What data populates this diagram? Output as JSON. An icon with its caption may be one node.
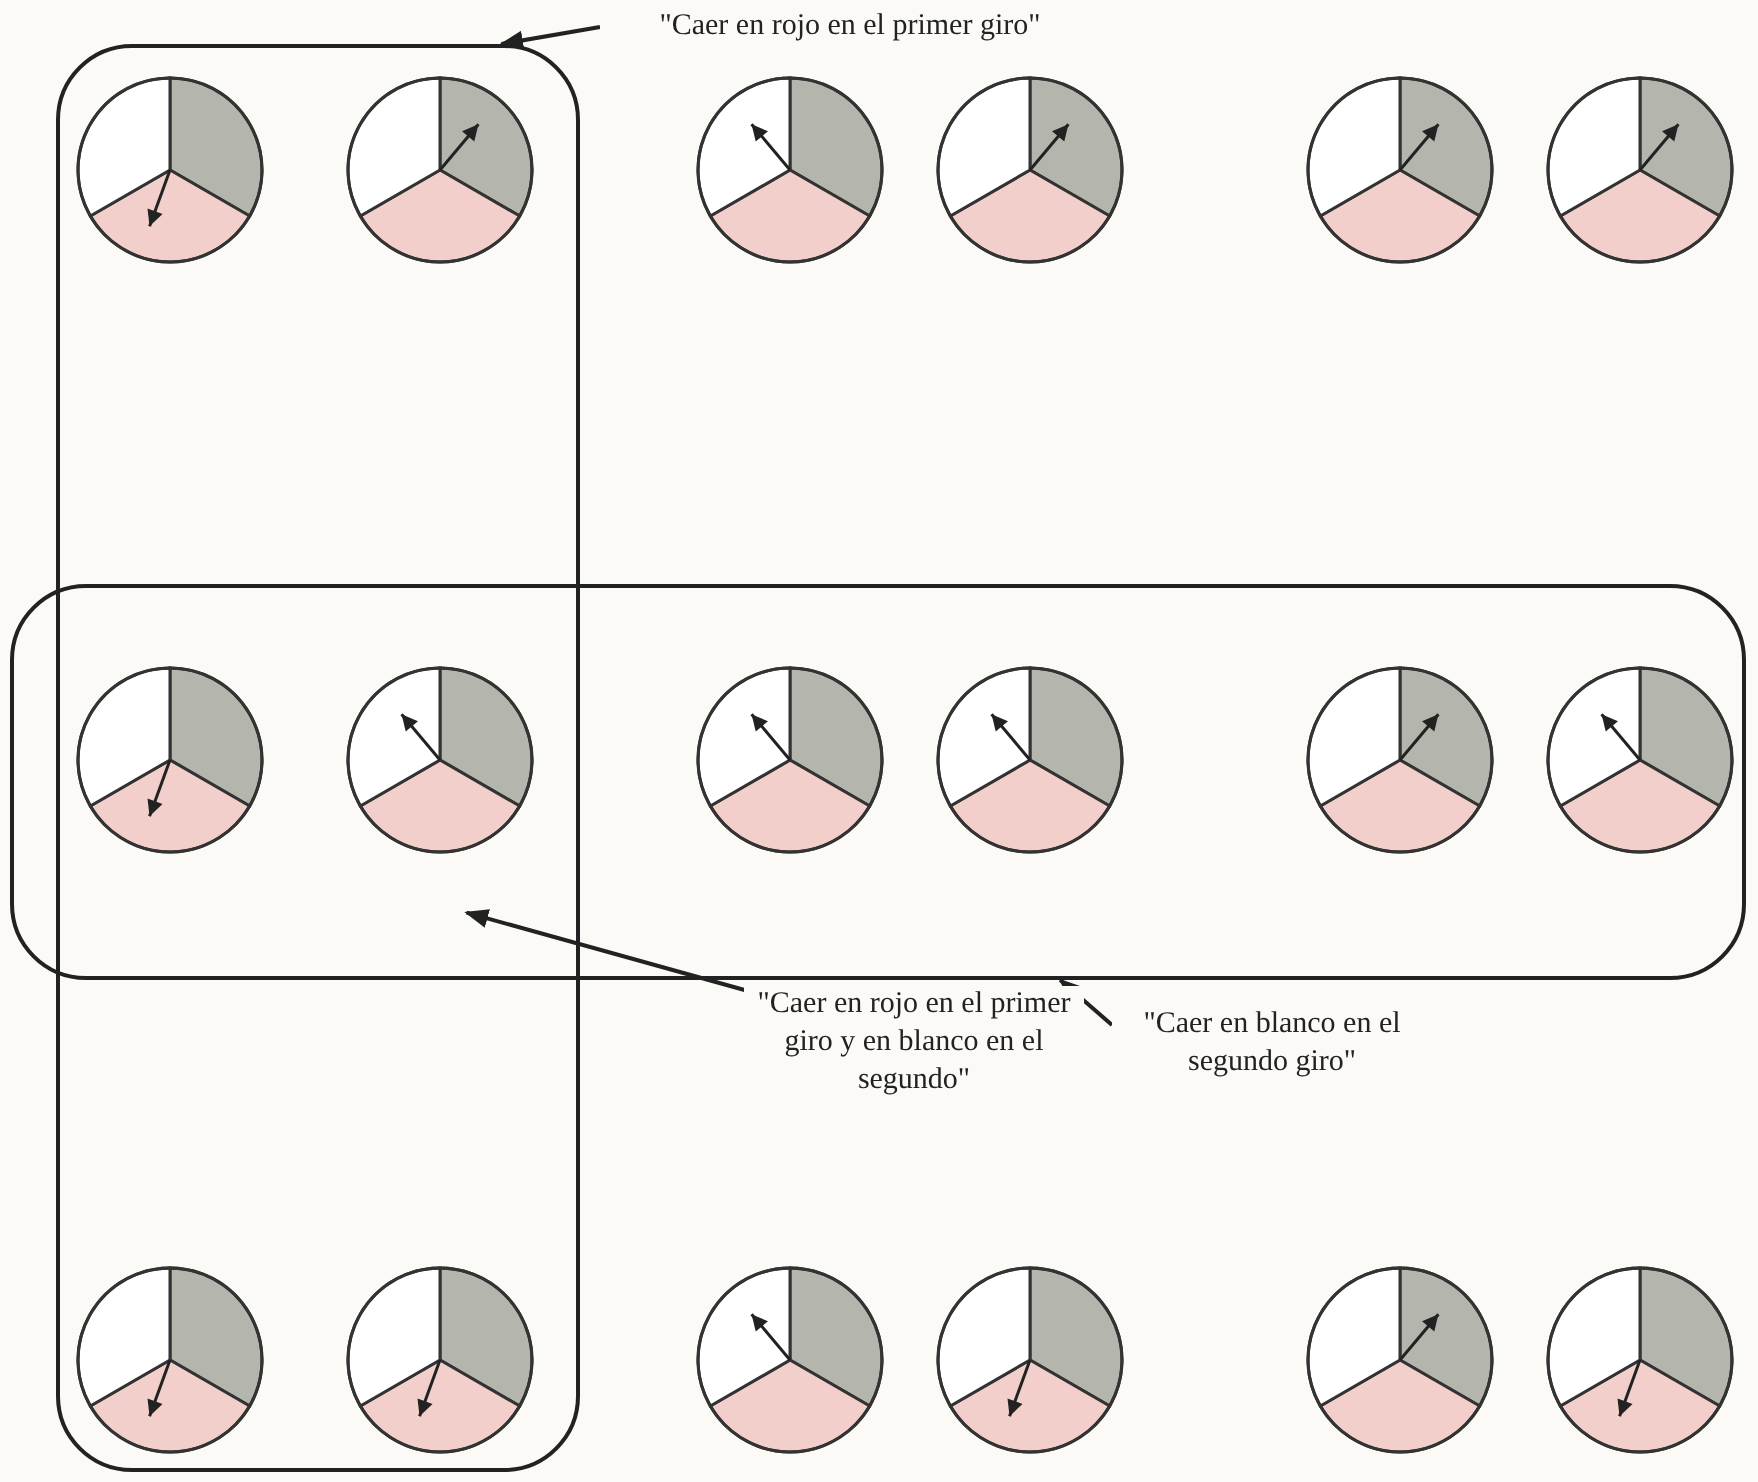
{
  "diagram": {
    "nodes": [
      {
        "text": [
          "\"Caer en rojo en el primer giro\""
        ]
      },
      {
        "text": [],
        "shape": "box"
      },
      {
        "text": [
          "\"Caer en rojo en el primer giro y en blanco en el segundo\""
        ]
      },
      {
        "text": [
          "\"Caer en blanco en el segundo giro\""
        ]
      },
      {
        "text": [],
        "shape": "box"
      }
    ],
    "edges": [
      {
        "from": 0,
        "to": 1,
        "arrow": "to"
      },
      {
        "from": 2,
        "to": 4,
        "arrow": "to"
      },
      {
        "from": 3,
        "to": 4,
        "arrow": "to"
      }
    ]
  }
}
